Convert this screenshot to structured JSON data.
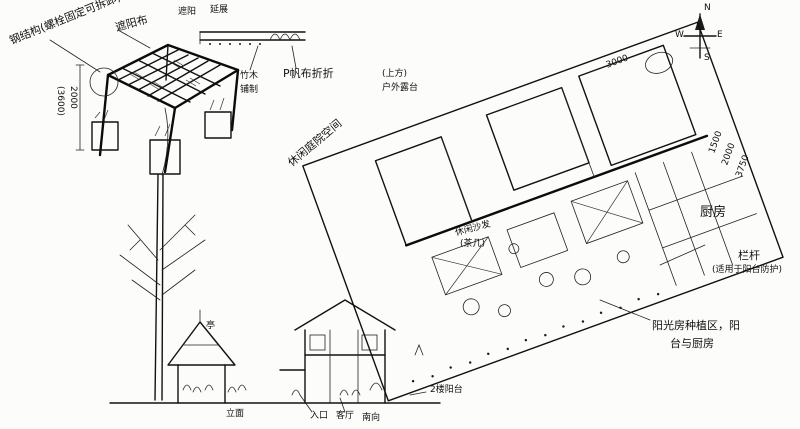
{
  "compass": {
    "north": "N",
    "south": "S",
    "east": "E",
    "west": "W"
  },
  "dimensions": {
    "top_span": "3000",
    "pergola_height_a": "2000",
    "pergola_height_b": "(3600)",
    "right_dim_a": "1500",
    "right_dim_b": "2000",
    "right_dim_c": "3750"
  },
  "labels": {
    "pergola_material": "钢结构(螺栓固定可拆卸)",
    "pergola_cloth": "遮阳布",
    "strip_left": "遮阳",
    "strip_right": "延展",
    "beam_a": "竹木",
    "beam_b": "铺制",
    "fabric_fold": "P帆布折折",
    "upper_left_room": "(上方)",
    "upper_left_room_b": "户外露台",
    "pergola_zone": "休闲庭院空间",
    "plan_sofa": "休闲沙发",
    "plan_table": "(茶几)",
    "kitchen": "厨房",
    "railing": "栏杆",
    "railing_note": "(适用于阳台防护)",
    "sunroom": "阳光房种植区，阳",
    "sunroom_b": "台与厨房",
    "section_pavilion": "亭",
    "section_a": "立面",
    "section_b": "入口",
    "section_c": "客厅",
    "section_d": "南向",
    "section_second": "2楼阳台"
  }
}
